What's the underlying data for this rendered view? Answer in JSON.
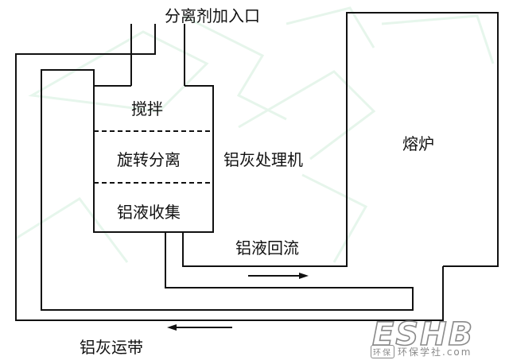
{
  "labels": {
    "inlet": "分离剂加入口",
    "stir": "搅拌",
    "rotate": "旋转分离",
    "collect": "铝液收集",
    "machine": "铝灰处理机",
    "furnace": "熔炉",
    "reflux": "铝液回流",
    "belt": "铝灰运带"
  },
  "watermark": {
    "logo": "ESHB",
    "badge": "环保",
    "site": "环保学社.com"
  },
  "colors": {
    "line": "#111111",
    "background_pattern": "#8fd6a8",
    "watermark": "#8a8a8a"
  },
  "arrows": [
    "flow-right",
    "flow-left"
  ]
}
